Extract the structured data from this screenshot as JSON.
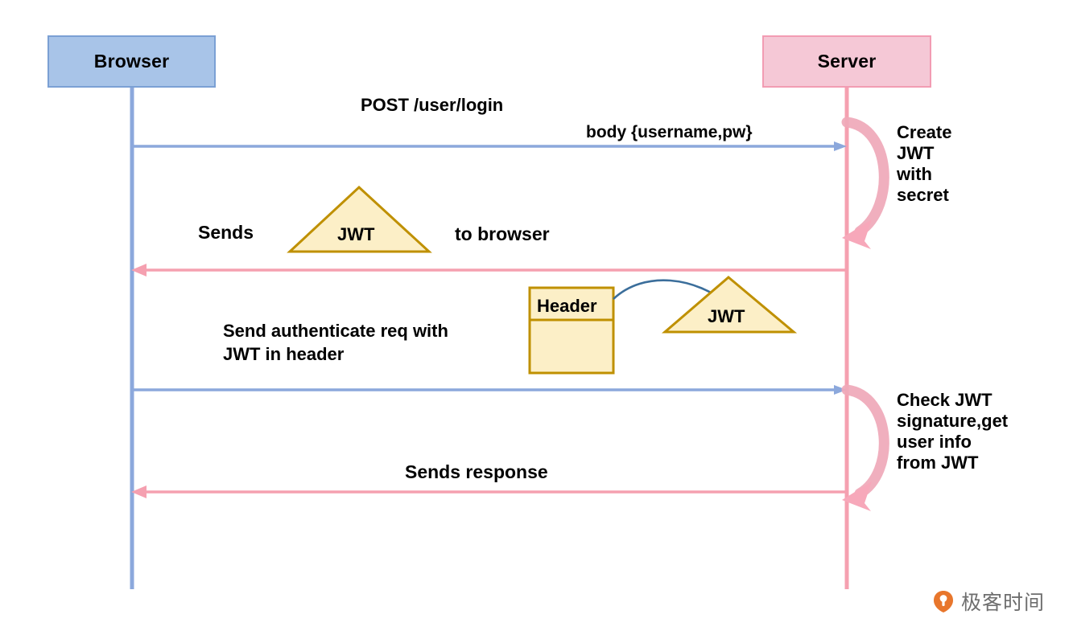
{
  "diagram": {
    "type": "sequence-diagram",
    "title_participants": [
      "Browser",
      "Server"
    ],
    "participants": [
      {
        "id": "browser",
        "label": "Browser",
        "fill": "#A8C4E8",
        "stroke": "#7BA0D4"
      },
      {
        "id": "server",
        "label": "Server",
        "fill": "#F5C8D6",
        "stroke": "#F29CB3"
      }
    ],
    "messages": [
      {
        "id": "login-request",
        "from": "browser",
        "to": "server",
        "direction": "right",
        "color": "#8CA8DC",
        "labels": [
          "POST /user/login",
          "body {username,pw}"
        ]
      },
      {
        "id": "jwt-response",
        "from": "server",
        "to": "browser",
        "direction": "left",
        "color": "#F5A0B0",
        "labels": [
          "Sends",
          "to browser"
        ]
      },
      {
        "id": "auth-request",
        "from": "browser",
        "to": "server",
        "direction": "right",
        "color": "#8CA8DC",
        "labels": [
          "Send authenticate req with\nJWT in header"
        ]
      },
      {
        "id": "final-response",
        "from": "server",
        "to": "browser",
        "direction": "left",
        "color": "#F5A0B0",
        "labels": [
          "Sends response"
        ]
      }
    ],
    "self_loops": [
      {
        "id": "create-jwt",
        "on": "server",
        "note": "Create\nJWT\nwith\nsecret",
        "color": "#F5A0B0"
      },
      {
        "id": "check-jwt",
        "on": "server",
        "note": "Check JWT\nsignature,get\nuser info\nfrom JWT",
        "color": "#F5A0B0"
      }
    ],
    "shapes": [
      {
        "id": "jwt-triangle-1",
        "kind": "triangle",
        "label": "JWT",
        "fill": "#FCEFC7",
        "stroke": "#BF9000"
      },
      {
        "id": "jwt-triangle-2",
        "kind": "triangle",
        "label": "JWT",
        "fill": "#FCEFC7",
        "stroke": "#BF9000"
      },
      {
        "id": "header-box",
        "kind": "class-box",
        "label": "Header",
        "fill": "#FCEFC7",
        "stroke": "#BF9000"
      }
    ],
    "connector": {
      "id": "header-to-jwt",
      "from": "header-box",
      "to": "jwt-triangle-2",
      "color": "#3B6E9B"
    },
    "labels": {
      "post": "POST /user/login",
      "body": "body {username,pw}",
      "sends_prefix": "Sends",
      "sends_suffix": "to browser",
      "auth_req": "Send authenticate req with\nJWT in header",
      "sends_response": "Sends response",
      "jwt_triangle_1": "JWT",
      "jwt_triangle_2": "JWT",
      "header_box": "Header",
      "note_create_jwt": "Create\nJWT\nwith\nsecret",
      "note_check_jwt": "Check JWT\nsignature,get\nuser info\nfrom JWT"
    }
  },
  "watermark": {
    "text": "极客时间",
    "logo_color": "#E8762C",
    "text_color": "#6E6E6E"
  }
}
